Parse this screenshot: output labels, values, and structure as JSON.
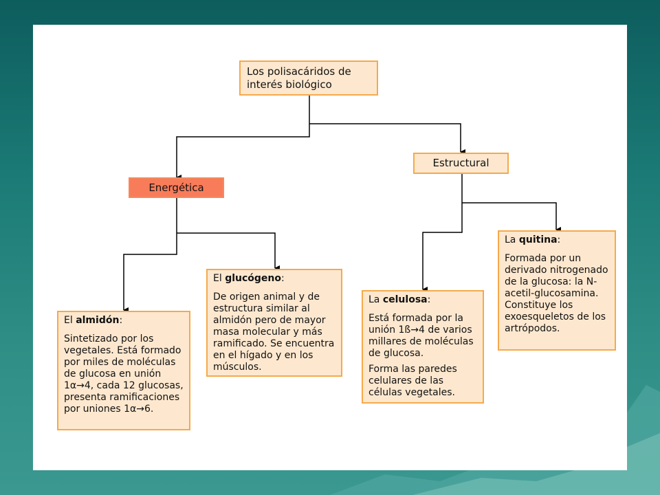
{
  "root": {
    "text": "Los polisacáridos de interés biológico"
  },
  "branches": {
    "energetica": {
      "label": "Energética"
    },
    "estructural": {
      "label": "Estructural"
    }
  },
  "leaves": {
    "almidon": {
      "prefix": "El ",
      "name": "almidón",
      "suffix": ":",
      "body": "Sintetizado por los vegetales. Está formado por miles de moléculas de glucosa en unión 1α→4, cada 12 glucosas, presenta ramificaciones por uniones 1α→6."
    },
    "glucogeno": {
      "prefix": "El ",
      "name": "glucógeno",
      "suffix": ":",
      "body": "De origen animal y de estructura similar al almidón pero de mayor masa molecular y más ramificado. Se encuentra en el hígado y en los músculos."
    },
    "celulosa": {
      "prefix": "La ",
      "name": "celulosa",
      "suffix": ":",
      "body": "Está formada por la unión 1ß→4 de varios millares de moléculas de glucosa.",
      "body2": "Forma las paredes celulares de las células vegetales."
    },
    "quitina": {
      "prefix": "La ",
      "name": "quitina",
      "suffix": ":",
      "body": "Formada por un derivado nitrogenado de la glucosa: la N-acetil-glucosamina. Constituye los exoesqueletos de los artrópodos."
    }
  },
  "colors": {
    "box_fill": "#fde8cf",
    "box_border": "#f5a94a",
    "energetica_fill": "#f97c5a",
    "background": "#1b7a75"
  }
}
